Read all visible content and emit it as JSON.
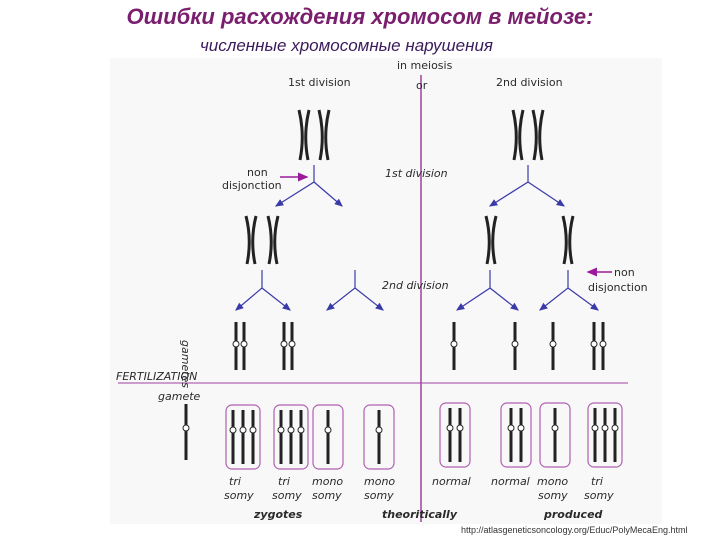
{
  "header": {
    "title": "Ошибки расхождения хромосом в мейозе:",
    "subtitle": "численные хромосомные нарушения"
  },
  "diagram": {
    "top_label": "in meiosis",
    "or_label": "or",
    "first_division_top": "1st division",
    "second_division_top": "2nd division",
    "first_division_mid": "1st division",
    "second_division_mid": "2nd division",
    "non_disjunction_left": [
      "non",
      "disjonction"
    ],
    "non_disjunction_right": [
      "non",
      "disjonction"
    ],
    "gametes_label": "gametes",
    "fertilization_label": "FERTILIZATION",
    "gamete_label": "gamete",
    "zygotes": [
      {
        "l1": "tri",
        "l2": "somy"
      },
      {
        "l1": "tri",
        "l2": "somy"
      },
      {
        "l1": "mono",
        "l2": "somy"
      },
      {
        "l1": "mono",
        "l2": "somy"
      },
      {
        "l1": "normal",
        "l2": ""
      },
      {
        "l1": "normal",
        "l2": ""
      },
      {
        "l1": "mono",
        "l2": "somy"
      },
      {
        "l1": "tri",
        "l2": "somy"
      }
    ],
    "bottom_zygotes": "zygotes",
    "bottom_theoritically": "theoritically",
    "bottom_produced": "produced",
    "colors": {
      "divider": "#a040a0",
      "arrow": "#3a3aa8",
      "magenta_arrow": "#9b1a9b",
      "box": "#b060b0"
    }
  },
  "source_url": "http://atlasgeneticsoncology.org/Educ/PolyMecaEng.html"
}
